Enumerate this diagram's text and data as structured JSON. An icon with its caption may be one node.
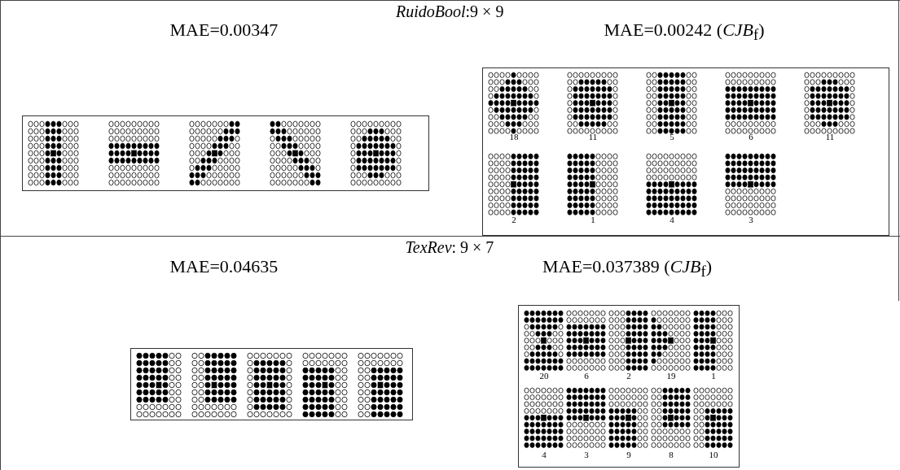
{
  "diagram": {
    "labels": [
      "*RuidoBool*:9 × 9",
      "MAE=0.00347",
      "MAE=0.00242 (*CJB*$_{f}$)",
      "18",
      "11",
      "5",
      "6",
      "11",
      "2",
      "1",
      "4",
      "3",
      "*TexRev*: 9 × 7",
      "MAE=0.04635",
      "MAE=0.037389 (*CJB*$_{f}$)",
      "20",
      "6",
      "2",
      "19",
      "1",
      "4",
      "3",
      "9",
      "8",
      "10"
    ]
  }
}
